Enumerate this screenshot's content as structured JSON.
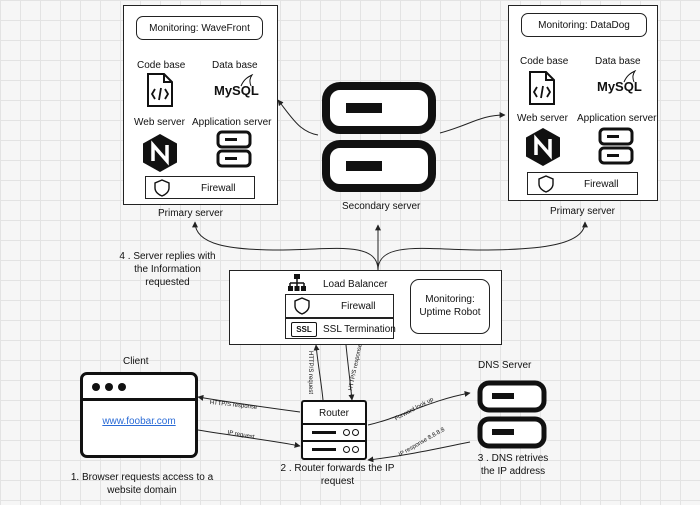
{
  "diagram": {
    "left_panel": {
      "monitoring": "Monitoring: WaveFront",
      "code_base": "Code base",
      "data_base": "Data base",
      "mysql": "MySQL",
      "web_server": "Web server",
      "app_server": "Application server",
      "firewall": "Firewall",
      "caption": "Primary server"
    },
    "right_panel": {
      "monitoring": "Monitoring: DataDog",
      "code_base": "Code base",
      "data_base": "Data base",
      "mysql": "MySQL",
      "web_server": "Web server",
      "app_server": "Application server",
      "firewall": "Firewall",
      "caption": "Primary server"
    },
    "secondary_server": "Secondary server",
    "step4": [
      "4 .  Server replies with",
      "the Information",
      "requested"
    ],
    "load_balancer": {
      "title": "Load Balancer",
      "firewall": "Firewall",
      "ssl_icon": "SSL",
      "ssl": "SSL Termination",
      "monitoring": [
        "Monitoring:",
        "Uptime Robot"
      ]
    },
    "client": {
      "title": "Client",
      "url": "www.foobar.com",
      "step1": [
        "1. Browser requests access to a",
        "website domain"
      ]
    },
    "router": {
      "title": "Router",
      "step2": [
        "2 . Router forwards the IP",
        "request"
      ]
    },
    "dns": {
      "title": "DNS Server",
      "step3": [
        "3 . DNS retrives",
        "the IP address"
      ]
    },
    "edge_labels": {
      "http_response": "HTTP/S response",
      "ip_request": "IP request",
      "https_request": "HTTP/S request",
      "https_response": "HTTP/S response",
      "forward_lookup": "Forward look up",
      "ip_response": "IP response 8.8.8.8"
    }
  }
}
